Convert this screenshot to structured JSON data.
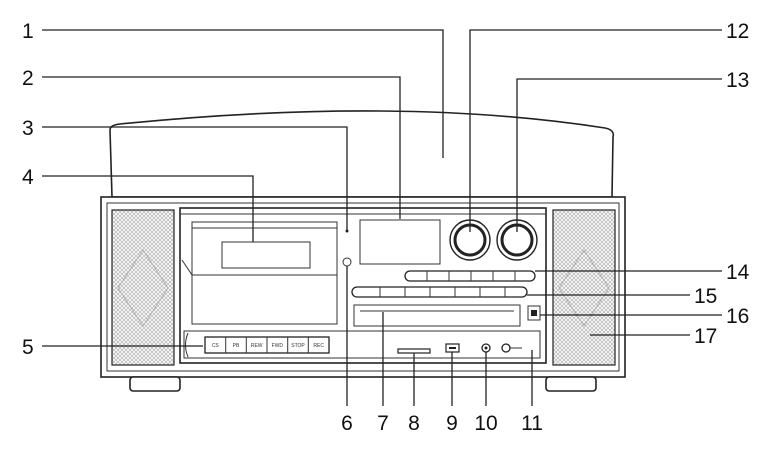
{
  "callouts": {
    "c1": "1",
    "c2": "2",
    "c3": "3",
    "c4": "4",
    "c5": "5",
    "c6": "6",
    "c7": "7",
    "c8": "8",
    "c9": "9",
    "c10": "10",
    "c11": "11",
    "c12": "12",
    "c13": "13",
    "c14": "14",
    "c15": "15",
    "c16": "16",
    "c17": "17"
  },
  "cassette_buttons": [
    "CS",
    "PB",
    "REW",
    "FWD",
    "STOP",
    "REC"
  ]
}
